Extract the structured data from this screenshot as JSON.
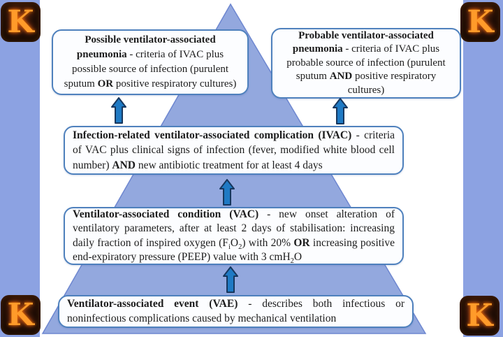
{
  "colors": {
    "side_band": "#8ca2e2",
    "pyramid_fill": "#93a8de",
    "pyramid_stroke": "#6e87d0",
    "box_bg": "#fcfdff",
    "box_border": "#4f81bd",
    "arrow_fill": "#1f7ac4",
    "arrow_stroke": "#17375e",
    "text": "#1c1c1c",
    "logo_bg": "#060403",
    "logo_flame": "#ff9b2a"
  },
  "logo": {
    "letter": "K"
  },
  "arrows": {
    "direction": "up",
    "count": 4
  },
  "boxes": [
    {
      "id": "possible-vap",
      "segments": [
        {
          "t": "Possible ventilator-associated pneumonia",
          "b": 1
        },
        {
          "t": " - criteria of IVAC plus possible source of infection (purulent sputum "
        },
        {
          "t": "OR",
          "b": 1
        },
        {
          "t": " positive respiratory cultures)"
        }
      ]
    },
    {
      "id": "probable-vap",
      "segments": [
        {
          "t": "Probable ventilator-associated pneumonia",
          "b": 1
        },
        {
          "t": " - criteria of IVAC plus probable source of infection (purulent sputum "
        },
        {
          "t": "AND",
          "b": 1
        },
        {
          "t": " positive respiratory cultures)"
        }
      ]
    },
    {
      "id": "ivac",
      "segments": [
        {
          "t": "Infection-related ventilator-associated complication (IVAC)",
          "b": 1
        },
        {
          "t": " - criteria of VAC plus clinical signs of infection (fever, modified white blood cell number) "
        },
        {
          "t": "AND",
          "b": 1
        },
        {
          "t": " new antibiotic treatment for at least 4 days"
        }
      ]
    },
    {
      "id": "vac",
      "segments": [
        {
          "t": "Ventilator-associated condition (VAC)",
          "b": 1
        },
        {
          "t": " - new onset alteration of ventilatory parameters, after at least 2 days of stabilisation: increasing daily fraction of inspired oxygen (F"
        },
        {
          "t": "i",
          "sub": 1
        },
        {
          "t": "O"
        },
        {
          "t": "2",
          "sub": 1
        },
        {
          "t": ") with 20% "
        },
        {
          "t": "OR",
          "b": 1
        },
        {
          "t": " increasing positive end-expiratory pressure (PEEP) value with 3 cmH"
        },
        {
          "t": "2",
          "sub": 1
        },
        {
          "t": "O"
        }
      ]
    },
    {
      "id": "vae",
      "segments": [
        {
          "t": "Ventilator-associated event (VAE)",
          "b": 1
        },
        {
          "t": " - describes both infectious or noninfectious complications caused by mechanical ventilation"
        }
      ]
    }
  ]
}
